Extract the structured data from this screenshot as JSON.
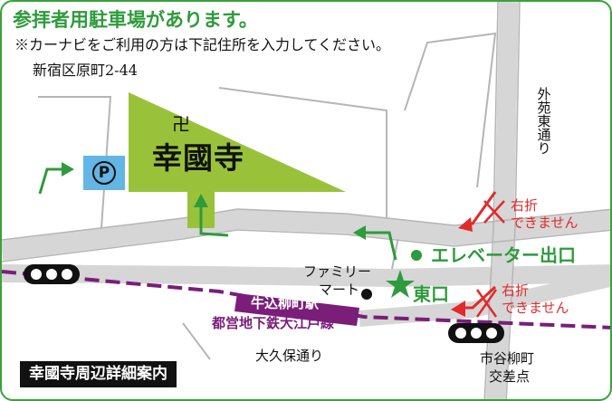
{
  "header": {
    "headline": "参拝者用駐車場があります。",
    "note": "※カーナビをご利用の方は下記住所を入力してください。",
    "address": "新宿区原町2-44"
  },
  "temple": {
    "name": "幸國寺",
    "mark": "卍"
  },
  "parking": {
    "symbol": "P"
  },
  "landmarks": {
    "familymart_line1": "ファミリー",
    "familymart_line2": "マート",
    "elevator_exit": "エレベーター出口",
    "east_exit": "東口",
    "station": "牛込柳町駅",
    "subway_line": "都営地下鉄大江戸線"
  },
  "roads": {
    "gaien": "外苑東通り",
    "okubo": "大久保通り",
    "intersection_line1": "市谷柳町",
    "intersection_line2": "交差点"
  },
  "warnings": {
    "no_right_turn_line1": "右折",
    "no_right_turn_line2": "できません"
  },
  "title": "幸國寺周辺詳細案内",
  "colors": {
    "route_green": "#2e9b3c",
    "temple_green": "#99c23a",
    "warning_red": "#e12a2a",
    "subway_purple": "#7a1e7a",
    "road_gray": "#d6d6d6",
    "parking_blue": "#63b6e4"
  }
}
